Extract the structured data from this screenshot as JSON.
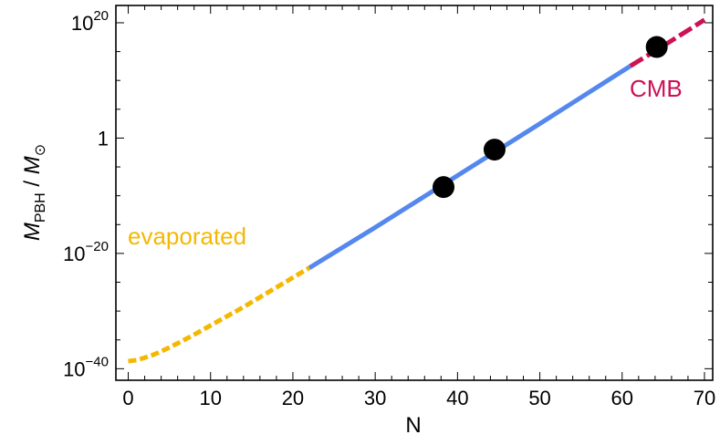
{
  "chart_data": {
    "type": "line",
    "xlabel": "N",
    "ylabel": {
      "main": "M",
      "main_sub": "PBH",
      "slash": " / ",
      "ref": "M",
      "ref_sub": "⊙"
    },
    "xlim": [
      -1.5,
      71
    ],
    "ylim_log10": [
      -42,
      23
    ],
    "yscale": "log",
    "grid": false,
    "x_ticks": [
      0,
      10,
      20,
      30,
      40,
      50,
      60,
      70
    ],
    "y_ticks": [
      {
        "base": "10",
        "exp": "−40",
        "log10": -40
      },
      {
        "base": "10",
        "exp": "−20",
        "log10": -20
      },
      {
        "base": "1",
        "exp": "",
        "log10": 0
      },
      {
        "base": "10",
        "exp": "20",
        "log10": 20
      }
    ],
    "series": [
      {
        "label": "evaporated",
        "color": "#F5B800",
        "style": "dashed",
        "x": [
          0,
          1,
          2,
          3,
          4,
          5,
          6,
          8,
          10,
          12,
          14,
          16,
          18,
          20,
          22
        ],
        "log10_y": [
          -38.7,
          -38.5,
          -38.1,
          -37.6,
          -37.0,
          -36.3,
          -35.6,
          -34.1,
          -32.5,
          -30.9,
          -29.3,
          -27.6,
          -25.9,
          -24.2,
          -22.5
        ]
      },
      {
        "label": "",
        "color": "#5588EE",
        "style": "solid",
        "x": [
          22,
          30,
          40,
          50,
          61
        ],
        "log10_y": [
          -22.5,
          -15.5,
          -6.5,
          2.5,
          12.5
        ]
      },
      {
        "label": "CMB",
        "color": "#CC1155",
        "style": "dashed",
        "x": [
          61,
          65,
          70
        ],
        "log10_y": [
          12.5,
          16.0,
          20.5
        ]
      }
    ],
    "markers": [
      {
        "x": 38.3,
        "log10_y": -8.5
      },
      {
        "x": 44.5,
        "log10_y": -2.0
      },
      {
        "x": 64.2,
        "log10_y": 15.8
      }
    ],
    "annotations": [
      {
        "text": "evaporated",
        "color": "#F5B800"
      },
      {
        "text": "CMB",
        "color": "#CC1155"
      }
    ]
  }
}
